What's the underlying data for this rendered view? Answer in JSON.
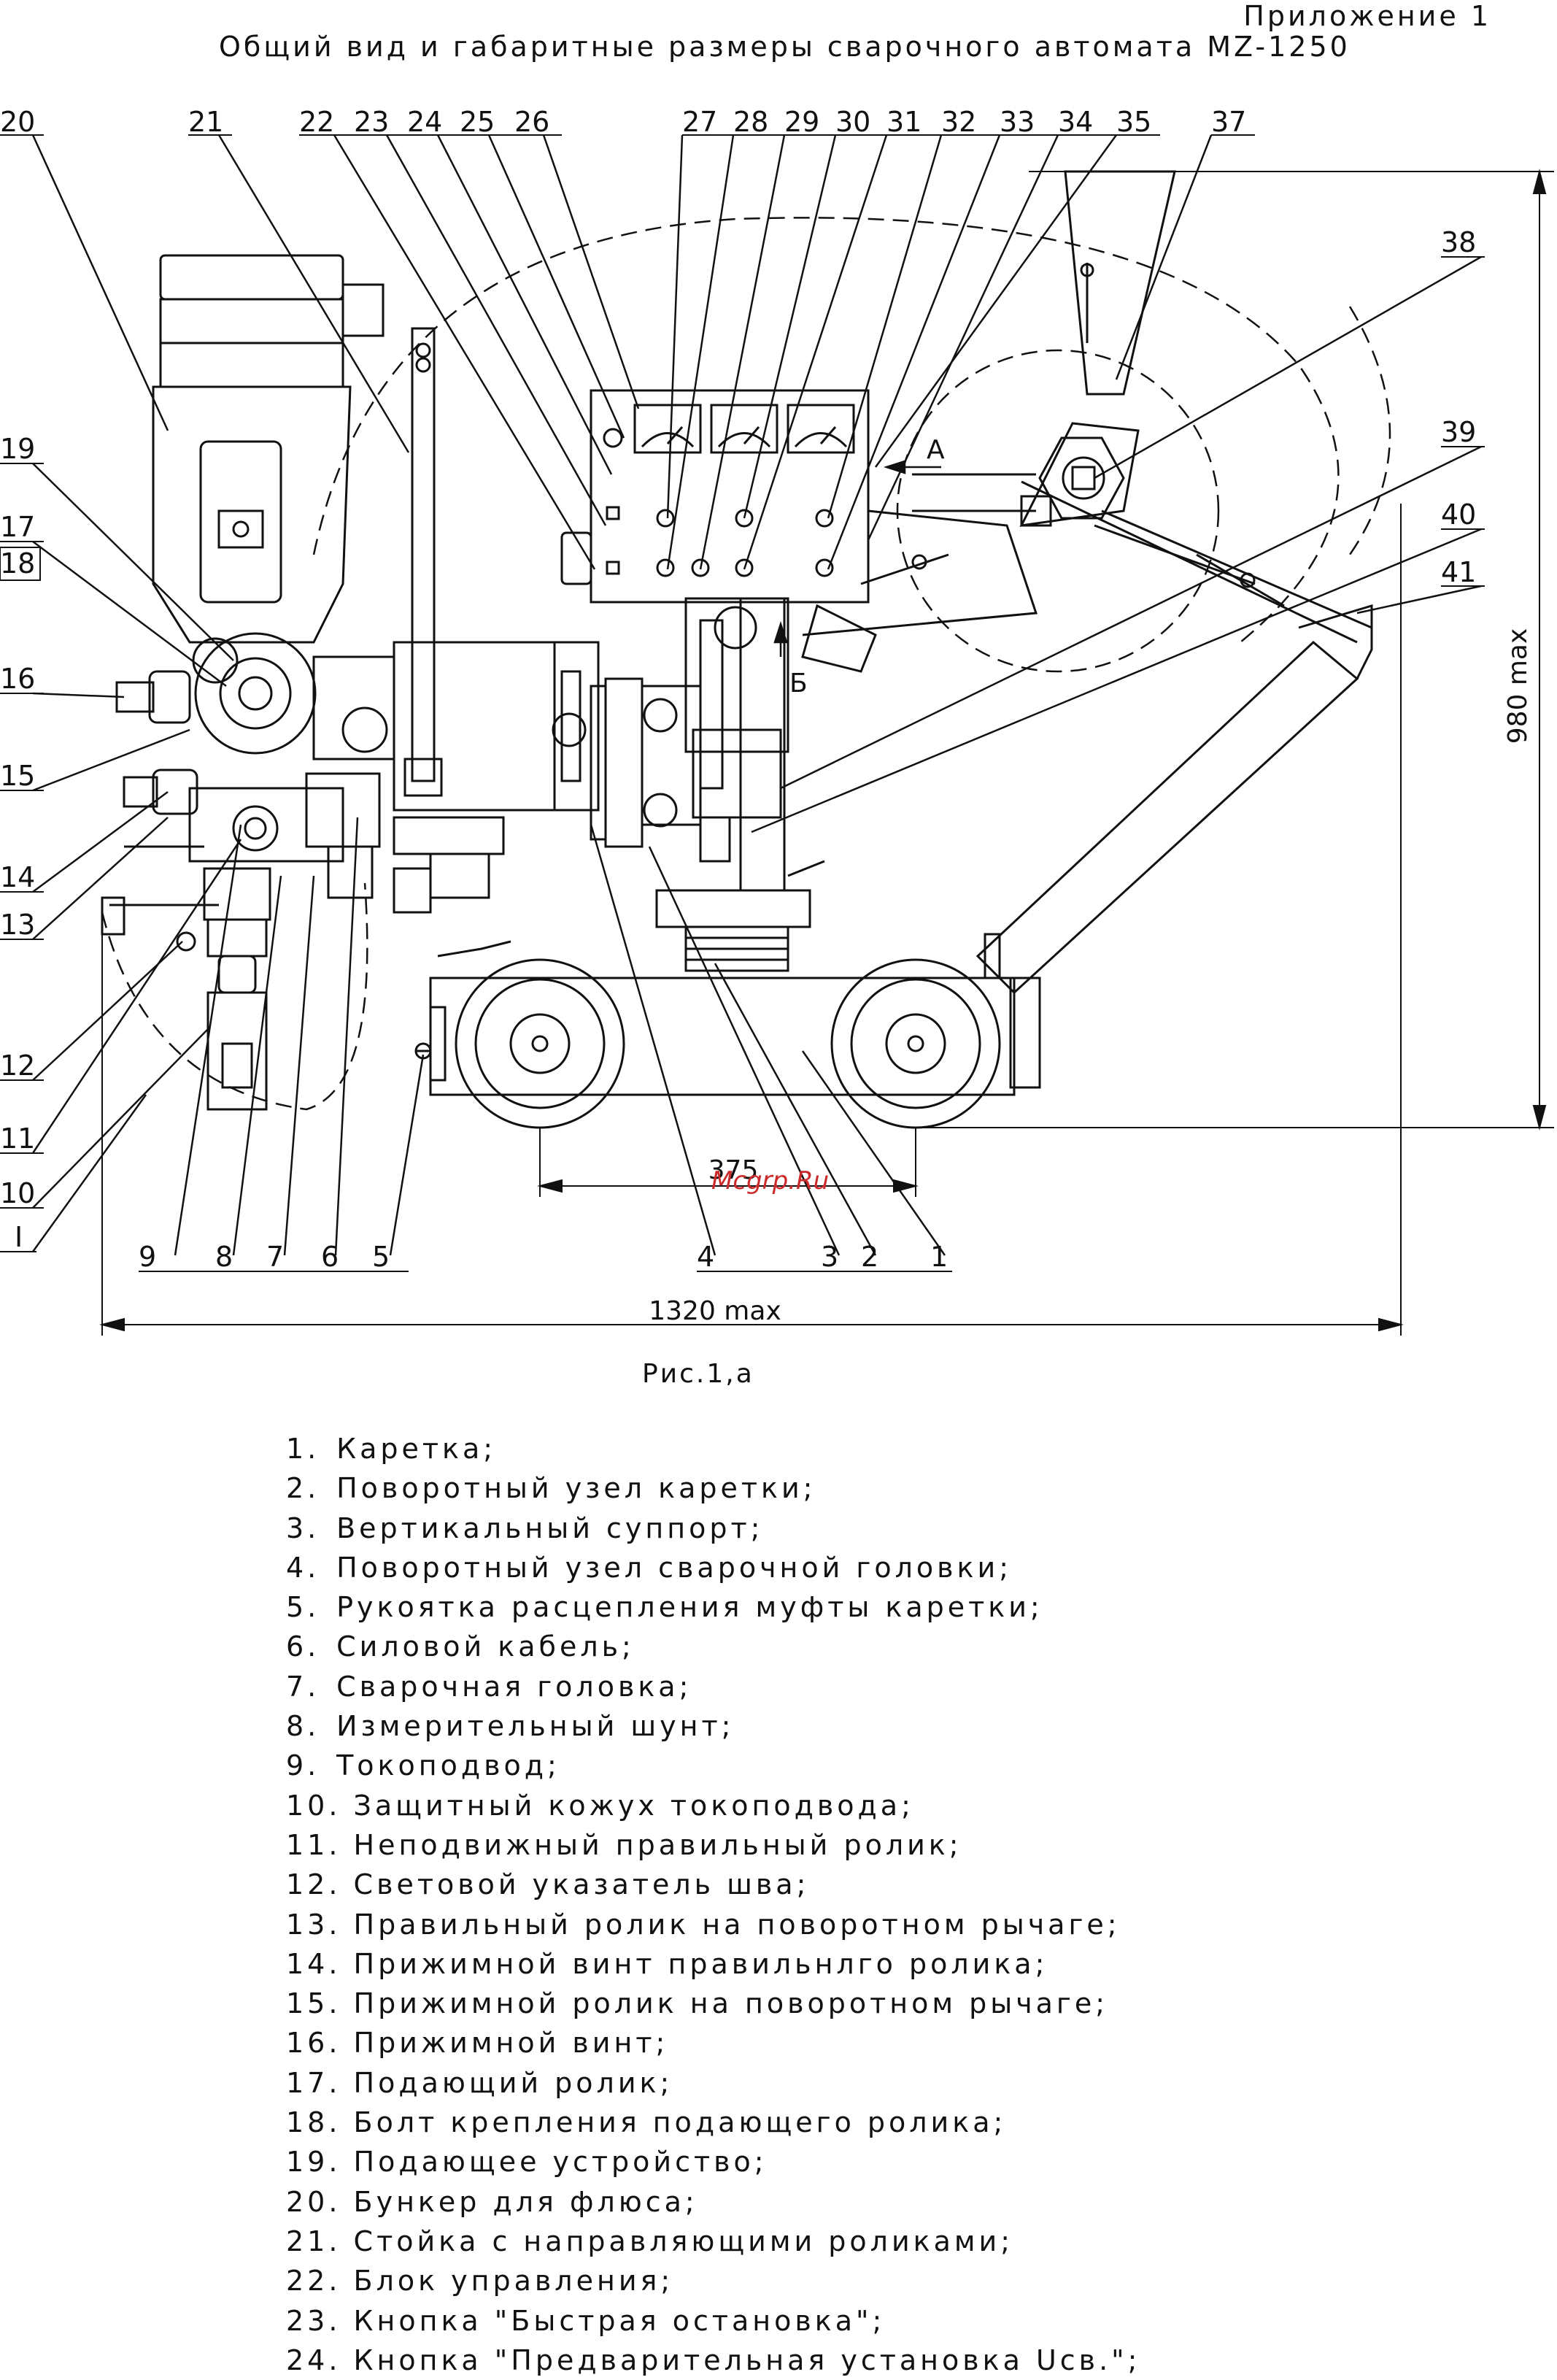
{
  "header": {
    "appendix": "Приложение 1",
    "title": "Общий вид и габаритные размеры сварочного автомата  MZ-1250"
  },
  "figure": {
    "caption": "Рис.1,а",
    "watermark": "Mcgrp.Ru",
    "dimensions": {
      "height": "980 max",
      "width": "1320 max",
      "wheelbase": "375"
    },
    "view_labels": {
      "a": "А",
      "b": "Б"
    },
    "top_callouts": [
      "20",
      "21",
      "22",
      "23",
      "24",
      "25",
      "26",
      "27",
      "28",
      "29",
      "30",
      "31",
      "32",
      "33",
      "34",
      "35",
      "37"
    ],
    "right_callouts": [
      "38",
      "39",
      "40",
      "41"
    ],
    "left_callouts": [
      "19",
      "17",
      "18",
      "16",
      "15",
      "14",
      "13",
      "12",
      "11",
      "10",
      "I"
    ],
    "bottom_callouts": [
      "9",
      "8",
      "7",
      "6",
      "5",
      "4",
      "3",
      "2",
      "1"
    ]
  },
  "legend": [
    {
      "n": "1.",
      "text": "Каретка;"
    },
    {
      "n": "2.",
      "text": "Поворотный узел каретки;"
    },
    {
      "n": "3.",
      "text": "Вертикальный суппорт;"
    },
    {
      "n": "4.",
      "text": "Поворотный узел сварочной головки;"
    },
    {
      "n": "5.",
      "text": "Рукоятка расцепления муфты каретки;"
    },
    {
      "n": "6.",
      "text": "Силовой кабель;"
    },
    {
      "n": "7.",
      "text": "Сварочная головка;"
    },
    {
      "n": "8.",
      "text": "Измерительный шунт;"
    },
    {
      "n": "9.",
      "text": "Токоподвод;"
    },
    {
      "n": "10.",
      "text": "Защитный кожух токоподвода;"
    },
    {
      "n": "11.",
      "text": "Неподвижный правильный ролик;"
    },
    {
      "n": "12.",
      "text": "Световой указатель шва;"
    },
    {
      "n": "13.",
      "text": "Правильный ролик на поворотном рычаге;"
    },
    {
      "n": "14.",
      "text": "Прижимной винт правильнлго ролика;"
    },
    {
      "n": "15.",
      "text": "Прижимной ролик на поворотном рычаге;"
    },
    {
      "n": "16.",
      "text": "Прижимной винт;"
    },
    {
      "n": "17.",
      "text": "Подающий ролик;"
    },
    {
      "n": "18.",
      "text": "Болт крепления подающего ролика;"
    },
    {
      "n": "19.",
      "text": "Подающее устройство;"
    },
    {
      "n": "20.",
      "text": "Бункер для флюса;"
    },
    {
      "n": "21.",
      "text": "Стойка с направляющими роликами;"
    },
    {
      "n": "22.",
      "text": "Блок управления;"
    },
    {
      "n": "23.",
      "text": "Кнопка \"Быстрая остановка\";"
    },
    {
      "n": "24.",
      "text": "Кнопка \"Предварительная установка Uсв.\";"
    }
  ]
}
